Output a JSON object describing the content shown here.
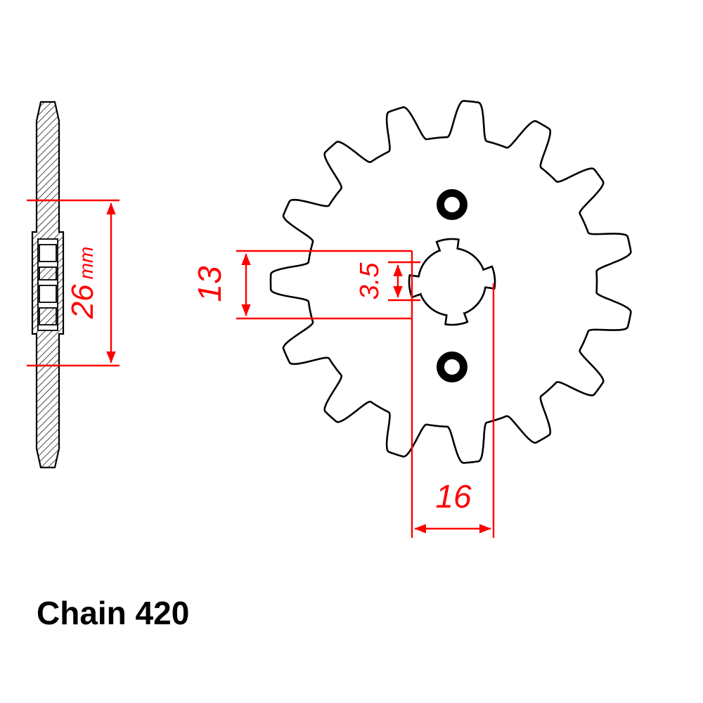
{
  "diagram": {
    "label": "Chain 420",
    "colors": {
      "dimension_red": "#ff0000",
      "outline_black": "#000000"
    },
    "sprocket": {
      "teeth": 15
    },
    "dimensions": {
      "side_width": {
        "value": "26",
        "unit": "mm"
      },
      "bore_height": {
        "value": "13"
      },
      "spline_depth": {
        "value": "3.5"
      },
      "bore_width": {
        "value": "16"
      }
    }
  }
}
